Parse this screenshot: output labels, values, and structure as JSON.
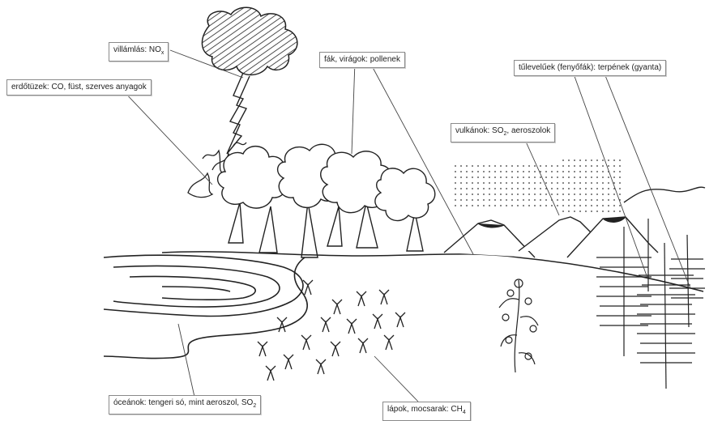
{
  "labels": {
    "lightning": {
      "text": "villámlás: NO",
      "sub": "x"
    },
    "fires": {
      "text": "erdőtüzek: CO, füst, szerves anyagok"
    },
    "trees": {
      "text": "fák, virágok: pollenek"
    },
    "volcanoes": {
      "text": "vulkánok: SO",
      "sub": "2",
      "tail": ", aeroszolok"
    },
    "conifers": {
      "text": "tűlevelűek (fenyőfák): terpének (gyanta)"
    },
    "oceans": {
      "text": "óceánok: tengeri só, mint aeroszol, SO",
      "sub": "2"
    },
    "swamps": {
      "text": "lápok, mocsarak: CH",
      "sub": "4"
    }
  }
}
